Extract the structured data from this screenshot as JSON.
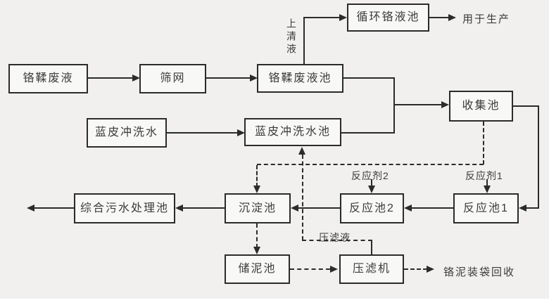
{
  "diagram": {
    "kind": "flowchart",
    "language": "zh-CN",
    "colors": {
      "line": "#2b2b2b",
      "box_border": "#2b2b2b",
      "box_fill": "#f8f8f6",
      "background": "#f1f0ee"
    }
  },
  "nodes": [
    {
      "id": "chrome-tanning-waste-liquor",
      "label": "铬鞣废液"
    },
    {
      "id": "screen-mesh",
      "label": "筛网"
    },
    {
      "id": "chrome-waste-liquor-pool",
      "label": "铬鞣废液池"
    },
    {
      "id": "blue-hide-rinse-water",
      "label": "蓝皮冲洗水"
    },
    {
      "id": "blue-hide-rinse-water-pool",
      "label": "蓝皮冲洗水池"
    },
    {
      "id": "recycled-chrome-liquor-pool",
      "label": "循环铬液池"
    },
    {
      "id": "collection-pool",
      "label": "收集池"
    },
    {
      "id": "comprehensive-sewage-treatment-pool",
      "label": "综合污水处理池"
    },
    {
      "id": "sedimentation-pool",
      "label": "沉淀池"
    },
    {
      "id": "reaction-pool-2",
      "label": "反应池2"
    },
    {
      "id": "reaction-pool-1",
      "label": "反应池1"
    },
    {
      "id": "sludge-storage-pool",
      "label": "储泥池"
    },
    {
      "id": "filter-press",
      "label": "压滤机"
    }
  ],
  "labels": [
    {
      "id": "supernatant",
      "text": "上清液"
    },
    {
      "id": "for-production",
      "text": "用于生产"
    },
    {
      "id": "reagent-2",
      "text": "反应剂2"
    },
    {
      "id": "reagent-1",
      "text": "反应剂1"
    },
    {
      "id": "press-filtrate",
      "text": "压滤液"
    },
    {
      "id": "chrome-sludge-bagged-recovery",
      "text": "铬泥装袋回收"
    }
  ]
}
